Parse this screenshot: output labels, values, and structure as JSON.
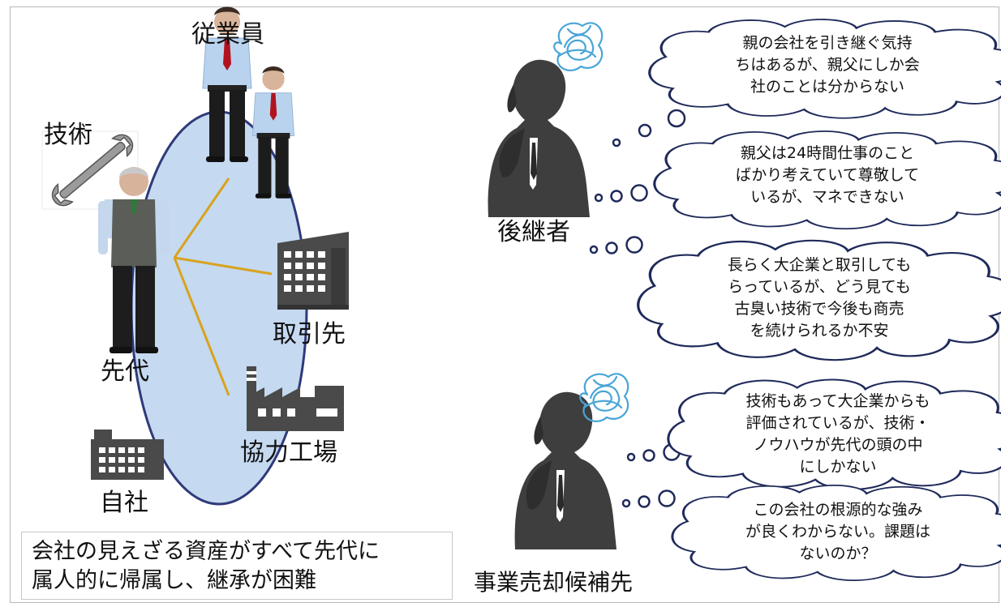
{
  "diagram": {
    "labels": {
      "employees": "従業員",
      "technology": "技術",
      "predecessor": "先代",
      "business_partner": "取引先",
      "partner_factory": "協力工場",
      "own_company": "自社",
      "successor": "後継者",
      "sale_candidate": "事業売却候補先"
    },
    "summary": {
      "line1": "会社の見えざる資産がすべて先代に",
      "line2": "属人的に帰属し、継承が困難"
    },
    "successor_thoughts": [
      {
        "line1": "親の会社を引き継ぐ気持",
        "line2": "ちはあるが、親父にしか会",
        "line3": "社のことは分からない"
      },
      {
        "line1": "親父は24時間仕事のこと",
        "line2": "ばかり考えていて尊敬して",
        "line3": "いるが、マネできない"
      },
      {
        "line1": "長らく大企業と取引しても",
        "line2": "らっているが、どう見ても",
        "line3": "古臭い技術で今後も商売",
        "line4": "を続けられるか不安"
      }
    ],
    "buyer_thoughts": [
      {
        "line1": "技術もあって大企業からも",
        "line2": "評価されているが、技術・",
        "line3": "ノウハウが先代の頭の中",
        "line4": "にしかない"
      },
      {
        "line1": "この会社の根源的な強み",
        "line2": "が良くわからない。課題は",
        "line3": "ないのか？"
      }
    ],
    "colors": {
      "ellipse_fill": "#c5d9f0",
      "ellipse_stroke": "#2f3a7a",
      "connector": "#d8a31c",
      "building": "#4a4a4a",
      "silhouette": "#3e3e3e",
      "thought_scribble": "#49a5d6"
    }
  }
}
